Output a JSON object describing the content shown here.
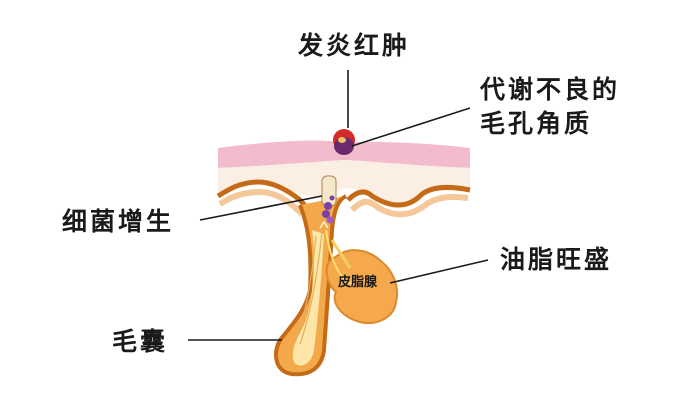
{
  "labels": {
    "inflammation": "发炎红肿",
    "keratin_line1": "代谢不良的",
    "keratin_line2": "毛孔角质",
    "bacteria": "细菌增生",
    "sebum": "油脂旺盛",
    "sebaceous_gland": "皮脂腺",
    "hair_follicle": "毛囊"
  },
  "colors": {
    "epidermis": "#f3bccd",
    "dermis": "#fbeee3",
    "follicle_orange": "#ef9a2c",
    "follicle_brown": "#c56a16",
    "gland_fill": "#f5a84c",
    "pimple_purple": "#6c2a6e",
    "pimple_red": "#d52a2a",
    "bacteria_purple": "#7b3fa6"
  }
}
